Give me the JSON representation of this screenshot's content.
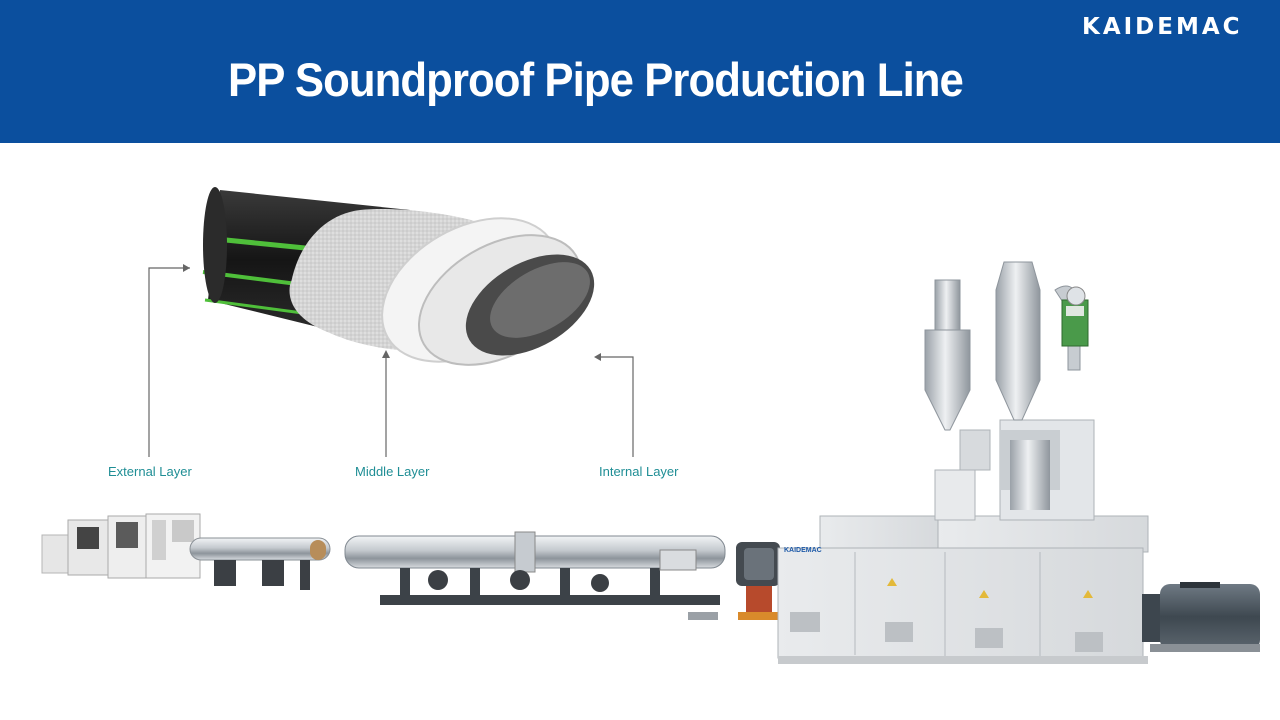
{
  "header": {
    "title": "PP Soundproof Pipe Production Line",
    "brand": "KAIDEMAC"
  },
  "pipe_diagram": {
    "labels": {
      "external": "External Layer",
      "middle": "Middle Layer",
      "internal": "Internal Layer"
    }
  },
  "machines": {
    "extruder_brand": "KAIDEMAC"
  },
  "colors": {
    "banner": "#0b4f9e",
    "label_teal": "#1f8e95",
    "pipe_outer": "#1c1c1c",
    "pipe_stripe": "#4fbf3a"
  }
}
